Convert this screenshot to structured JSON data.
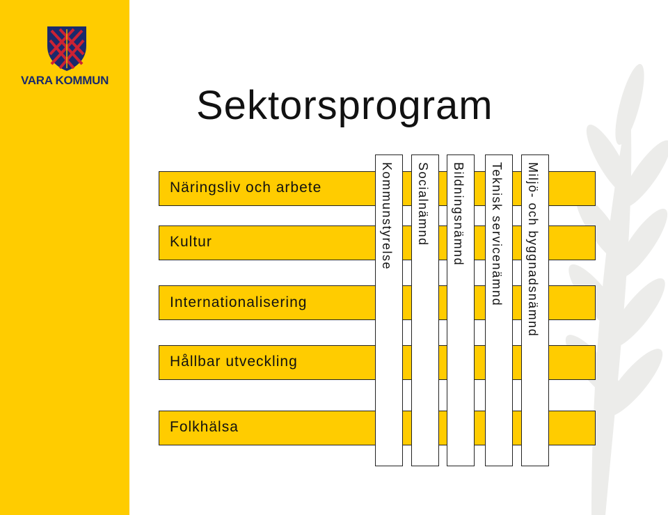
{
  "logo": {
    "text": "VARA KOMMUN",
    "shield_icon": "shield-crest-icon"
  },
  "colors": {
    "accent_yellow": "#FFCC00",
    "shield_blue": "#1a2a6c",
    "shield_red": "#cc2233"
  },
  "title": "Sektorsprogram",
  "programs": [
    "Näringsliv och arbete",
    "Kultur",
    "Internationalisering",
    "Hållbar utveckling",
    "Folkhälsa"
  ],
  "committees": [
    "Kommunstyrelse",
    "Socialnämnd",
    "Bildningsnämnd",
    "Teknisk servicenämnd",
    "Miljö- och byggnadsnämnd"
  ]
}
